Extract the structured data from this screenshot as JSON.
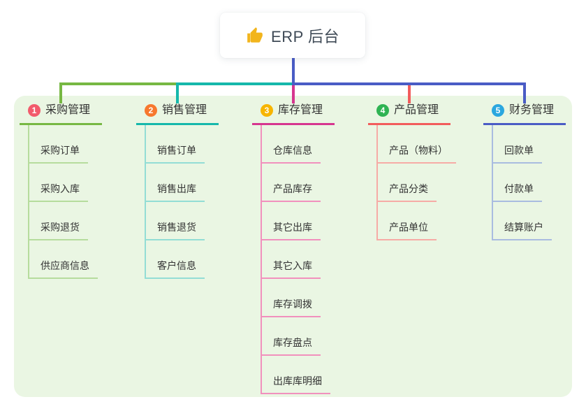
{
  "root": {
    "title": "ERP 后台",
    "icon": "thumbs-up-icon"
  },
  "colors": {
    "panel_bg": "#eaf6e3",
    "root_connector": "#4a5cc5",
    "title_color": "#3f4a56",
    "thumb_color": "#f2b51d",
    "text_color": "#333333"
  },
  "branches": [
    {
      "id": 1,
      "badge": "1",
      "badge_color": "#f25b6c",
      "color": "#77b843",
      "light_color": "#b6dc9d",
      "label": "采购管理",
      "children": [
        "采购订单",
        "采购入库",
        "采购退货",
        "供应商信息"
      ]
    },
    {
      "id": 2,
      "badge": "2",
      "badge_color": "#f7782e",
      "color": "#16b8ab",
      "light_color": "#93ddd5",
      "label": "销售管理",
      "children": [
        "销售订单",
        "销售出库",
        "销售退货",
        "客户信息"
      ]
    },
    {
      "id": 3,
      "badge": "3",
      "badge_color": "#f7b500",
      "color": "#d6368f",
      "light_color": "#f190bd",
      "label": "库存管理",
      "children": [
        "仓库信息",
        "产品库存",
        "其它出库",
        "其它入库",
        "库存调拨",
        "库存盘点",
        "出库库明细"
      ]
    },
    {
      "id": 4,
      "badge": "4",
      "badge_color": "#2fb353",
      "color": "#f25c5c",
      "light_color": "#f6aba6",
      "label": "产品管理",
      "children": [
        "产品（物料）",
        "产品分类",
        "产品单位"
      ]
    },
    {
      "id": 5,
      "badge": "5",
      "badge_color": "#2aa7df",
      "color": "#4a5cc5",
      "light_color": "#a9bce0",
      "label": "财务管理",
      "children": [
        "回款单",
        "付款单",
        "结算账户"
      ]
    }
  ]
}
